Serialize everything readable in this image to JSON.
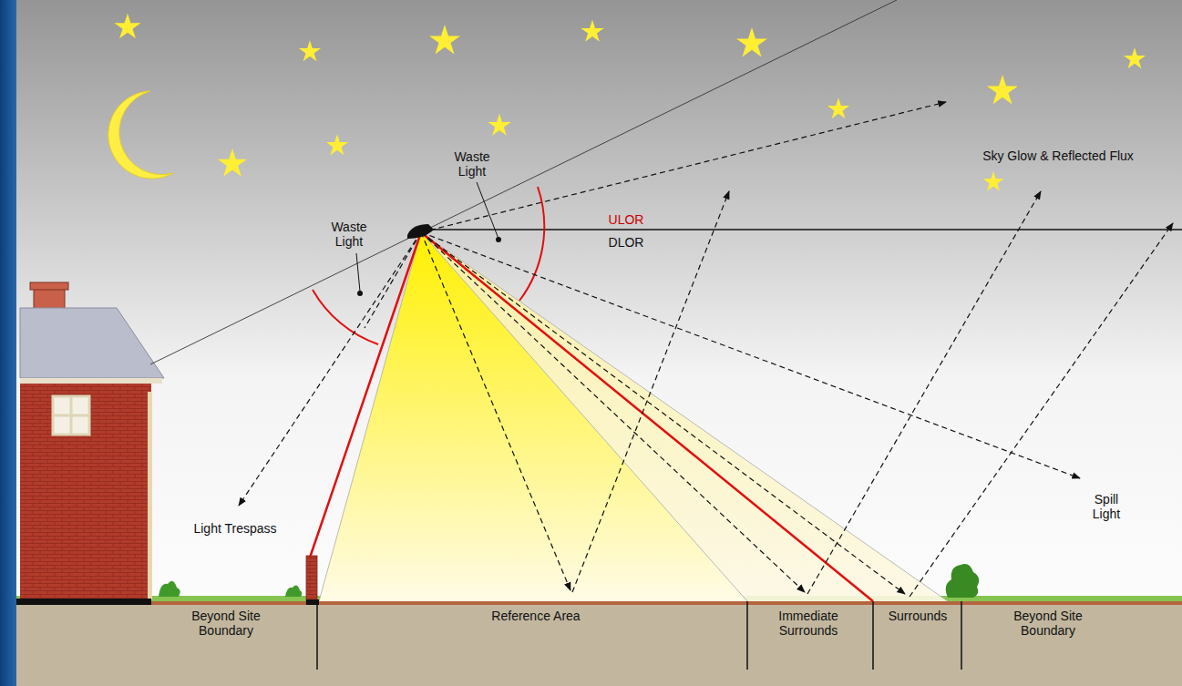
{
  "diagram": {
    "labels": [
      "Waste Light",
      "Waste Light",
      "ULOR",
      "DLOR",
      "Sky Glow & Reflected Flux",
      "Light Trespass",
      "Spill Light",
      "Beyond Site Boundary",
      "Reference Area",
      "Immediate Surrounds",
      "Surrounds",
      "Beyond Site Boundary"
    ]
  }
}
